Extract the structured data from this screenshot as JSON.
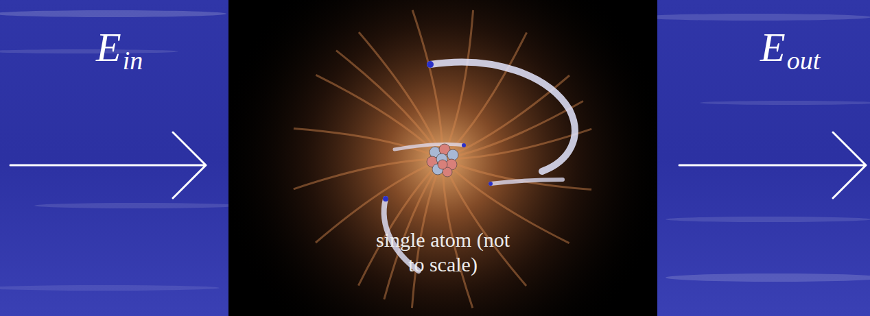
{
  "diagram": {
    "nodes": [
      {
        "text": [
          "single atom (not to scale)"
        ]
      }
    ],
    "labels": [
      "E",
      "in",
      "E",
      "out"
    ]
  }
}
